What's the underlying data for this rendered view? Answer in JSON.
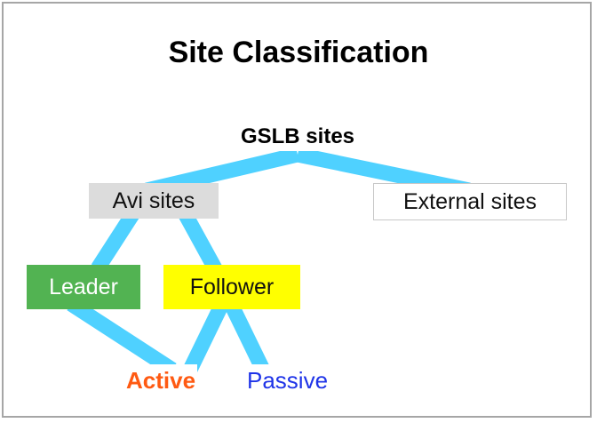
{
  "title": "Site Classification",
  "root": "GSLB sites",
  "nodes": {
    "avi": "Avi sites",
    "external": "External sites",
    "leader": "Leader",
    "follower": "Follower",
    "active": "Active",
    "passive": "Passive"
  },
  "colors": {
    "link": "#4fd1ff",
    "leader": "#52b352",
    "follower": "#ffff00",
    "avi": "#dcdcdc",
    "active": "#ff5a12",
    "passive": "#1f34e8"
  }
}
